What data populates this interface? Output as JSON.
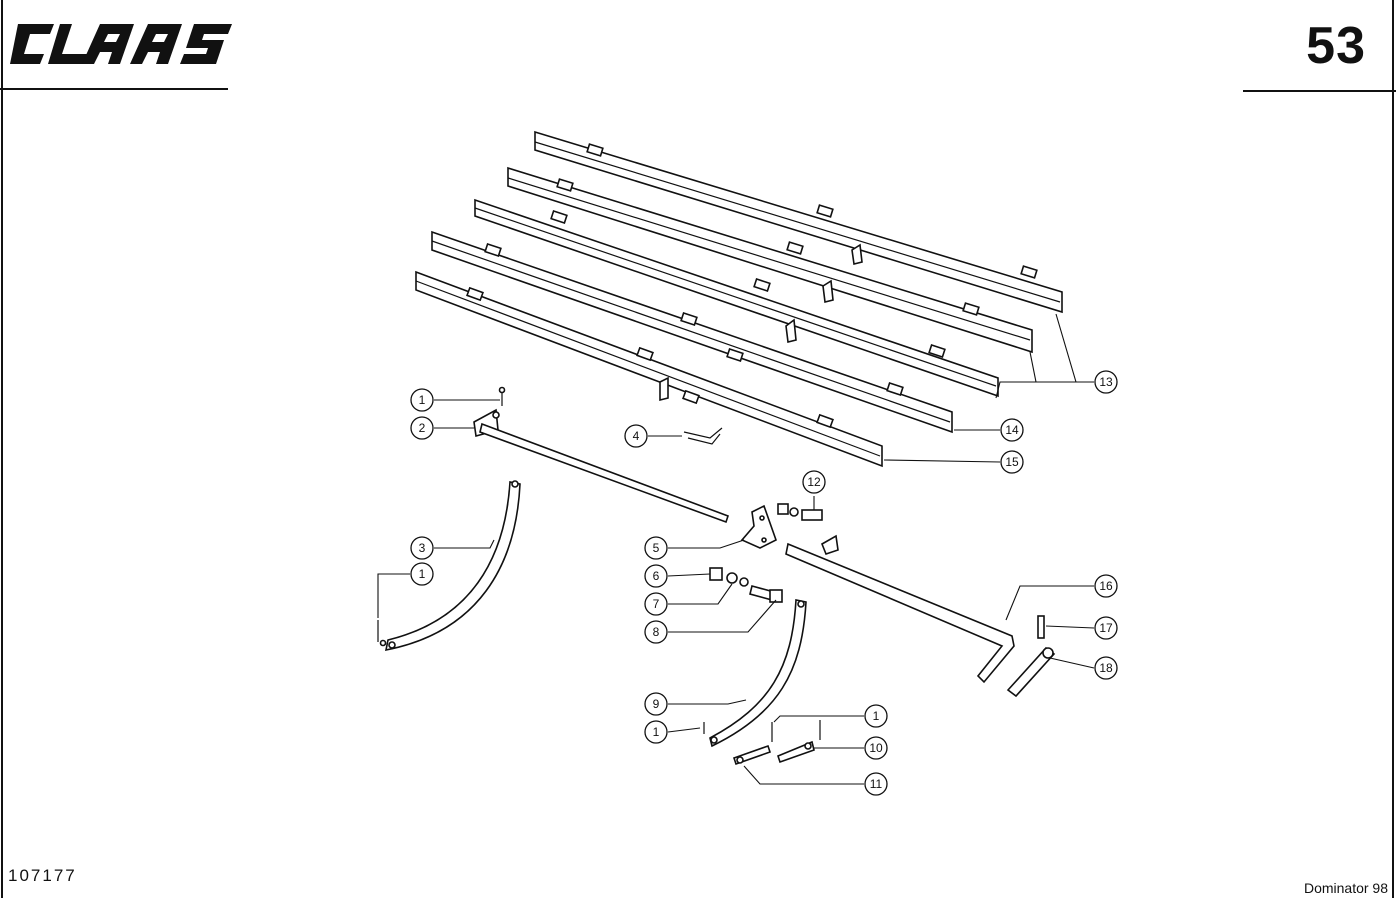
{
  "header": {
    "logo_text": "CLAAS",
    "page_number": "53"
  },
  "footer": {
    "drawing_code": "107177",
    "model": "Dominator 98"
  },
  "callouts": [
    {
      "id": "c1a",
      "label": "1"
    },
    {
      "id": "c2",
      "label": "2"
    },
    {
      "id": "c3",
      "label": "3"
    },
    {
      "id": "c1b",
      "label": "1"
    },
    {
      "id": "c4",
      "label": "4"
    },
    {
      "id": "c5",
      "label": "5"
    },
    {
      "id": "c6",
      "label": "6"
    },
    {
      "id": "c7",
      "label": "7"
    },
    {
      "id": "c8",
      "label": "8"
    },
    {
      "id": "c9",
      "label": "9"
    },
    {
      "id": "c1c",
      "label": "1"
    },
    {
      "id": "c1d",
      "label": "1"
    },
    {
      "id": "c10",
      "label": "10"
    },
    {
      "id": "c11",
      "label": "11"
    },
    {
      "id": "c12",
      "label": "12"
    },
    {
      "id": "c13",
      "label": "13"
    },
    {
      "id": "c14",
      "label": "14"
    },
    {
      "id": "c15",
      "label": "15"
    },
    {
      "id": "c16",
      "label": "16"
    },
    {
      "id": "c17",
      "label": "17"
    },
    {
      "id": "c18",
      "label": "18"
    }
  ]
}
